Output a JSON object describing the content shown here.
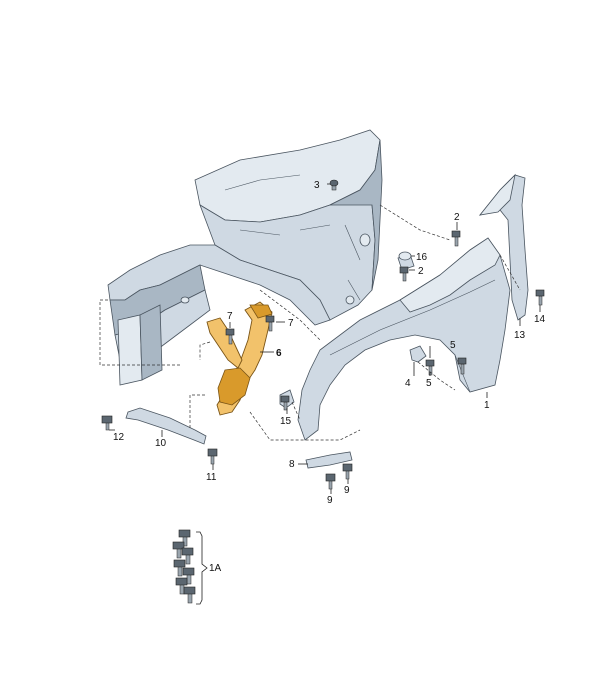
{
  "callouts": {
    "c1": "1",
    "c2a": "2",
    "c2b": "2",
    "c3": "3",
    "c4": "4",
    "c5a": "5",
    "c5b": "5",
    "c6": "6",
    "c7a": "7",
    "c7b": "7",
    "c8": "8",
    "c9a": "9",
    "c9b": "9",
    "c10": "10",
    "c11": "11",
    "c12": "12",
    "c13": "13",
    "c14": "14",
    "c15": "15",
    "c16": "16",
    "c1A": "1A"
  },
  "colors": {
    "highlight": "#f2c26b",
    "body": "#cfd9e3",
    "outline": "#4a5560"
  }
}
